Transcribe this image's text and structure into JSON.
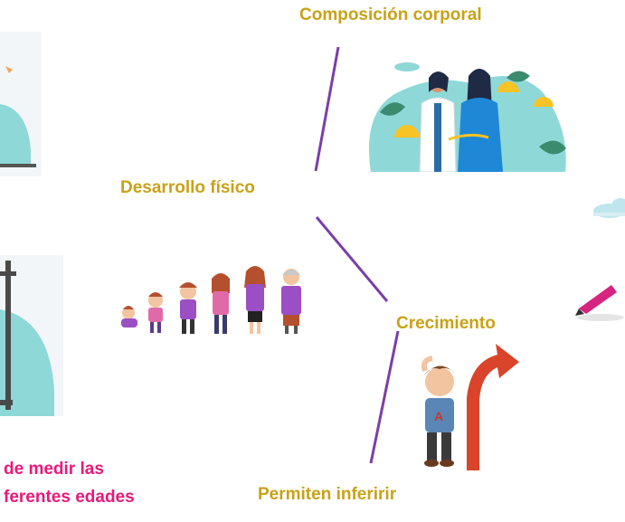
{
  "diagram": {
    "center_label": "Desarrollo físico",
    "nodes": {
      "composition": "Composición corporal",
      "growth": "Crecimiento",
      "infer": "Permiten inferirir"
    },
    "fragments": {
      "line1": "de medir las",
      "line2": "ferentes edades"
    }
  },
  "colors": {
    "label_gold": "#c8a218",
    "label_pink": "#e8197a",
    "connector": "#7a3fa8",
    "teal": "#8fd8d8",
    "lemon": "#f7c325",
    "leaf": "#3b8b6f"
  },
  "icons": {
    "body_composition": "women-measuring-illustration",
    "growth_stages": "girl-to-woman-growth-illustration",
    "child_growth": "child-growth-arrow-illustration",
    "partial_left_top": "partial-scale-illustration",
    "partial_left_bottom": "partial-height-rod-illustration",
    "partial_right": "partial-pen-illustration"
  }
}
